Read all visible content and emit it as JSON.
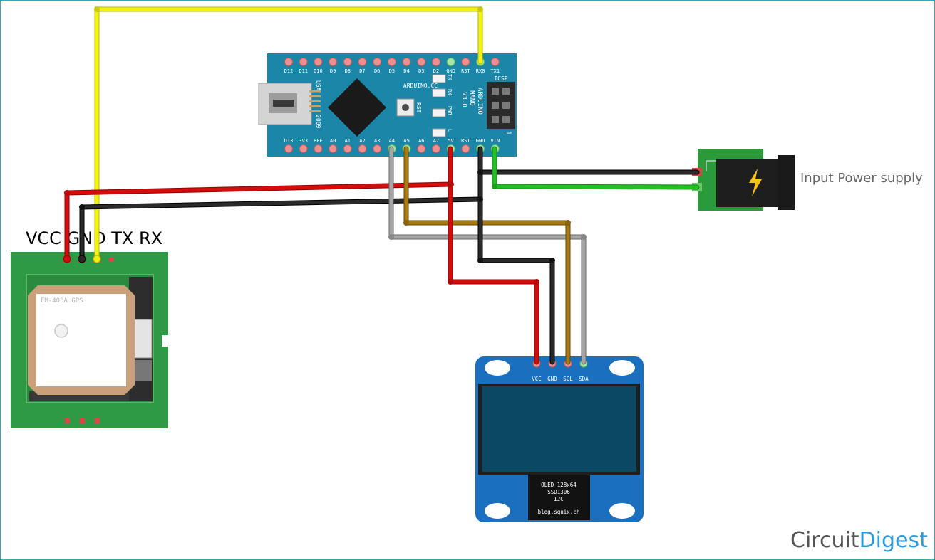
{
  "gps_pin_header": "VCC GND TX RX",
  "gps_module": {
    "label": "EM-406A GPS"
  },
  "arduino": {
    "top_pins": [
      "D12",
      "D11",
      "D10",
      "D9",
      "D8",
      "D7",
      "D6",
      "D5",
      "D4",
      "D3",
      "D2",
      "GND",
      "RST",
      "RX0",
      "TX1"
    ],
    "bottom_pins": [
      "D13",
      "3V3",
      "REF",
      "A0",
      "A1",
      "A2",
      "A3",
      "A4",
      "A5",
      "A6",
      "A7",
      "5V",
      "RST",
      "GND",
      "VIN"
    ],
    "usa_label": "USA",
    "year_label": "2009",
    "brand_label": "ARDUINO.CC",
    "reset_label": "RST",
    "led_labels": [
      "TX",
      "RX",
      "PWR",
      "L"
    ],
    "name_lines": [
      "ARDUINO",
      "NANO",
      "V3.0"
    ],
    "icsp_label": "ICSP",
    "icsp_pin_one": "1"
  },
  "oled": {
    "pins": [
      "VCC",
      "GND",
      "SCL",
      "SDA"
    ],
    "chip_lines": [
      "OLED 128x64",
      "SSD1306",
      "I2C"
    ],
    "url": "blog.squix.ch"
  },
  "power_supply": {
    "label": "Input Power supply"
  },
  "logo": {
    "part1": "Circuit",
    "part2": "Digest"
  },
  "colors": {
    "wire_red": "#d40c0c",
    "wire_black": "#1c1c1c",
    "wire_yellow": "#f2f20e",
    "wire_green": "#22c022",
    "wire_gray": "#9a9a9a",
    "wire_brown": "#a87a12",
    "board_teal": "#1b86a8",
    "gps_green": "#2f9a46",
    "oled_blue": "#1b6fbf",
    "logo_gray": "#555555",
    "logo_blue": "#2d9ae0"
  }
}
